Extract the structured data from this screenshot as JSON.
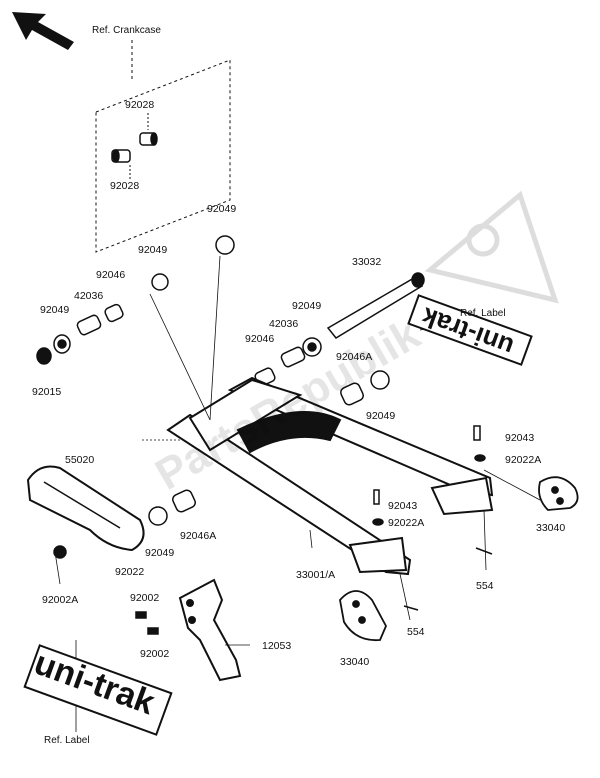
{
  "refs": {
    "crankcase": "Ref. Crankcase",
    "label_top": "Ref. Label",
    "label_bottom": "Ref. Label"
  },
  "parts": {
    "p92028_top": "92028",
    "p92028_bot": "92028",
    "p92049_a": "92049",
    "p92049_b": "92049",
    "p92046_a": "92046",
    "p42036_a": "42036",
    "p92049_c": "92049",
    "p92015": "92015",
    "p33032": "33032",
    "p92049_d": "92049",
    "p42036_b": "42036",
    "p92046_b": "92046",
    "p92046A_a": "92046A",
    "p92049_e": "92049",
    "p55020": "55020",
    "p92043_a": "92043",
    "p92022A_a": "92022A",
    "p92043_b": "92043",
    "p92022A_b": "92022A",
    "p33040_a": "33040",
    "p92046A_b": "92046A",
    "p92049_f": "92049",
    "p92022": "92022",
    "p92002A": "92002A",
    "p33001A": "33001/A",
    "p554_a": "554",
    "p554_b": "554",
    "p92002_a": "92002",
    "p92002_b": "92002",
    "p12053": "12053",
    "p33040_b": "33040"
  },
  "logo_text": "uni-trak",
  "watermark": "PartsRepublik",
  "colors": {
    "ink": "#111111",
    "watermark": "#cccccc"
  }
}
